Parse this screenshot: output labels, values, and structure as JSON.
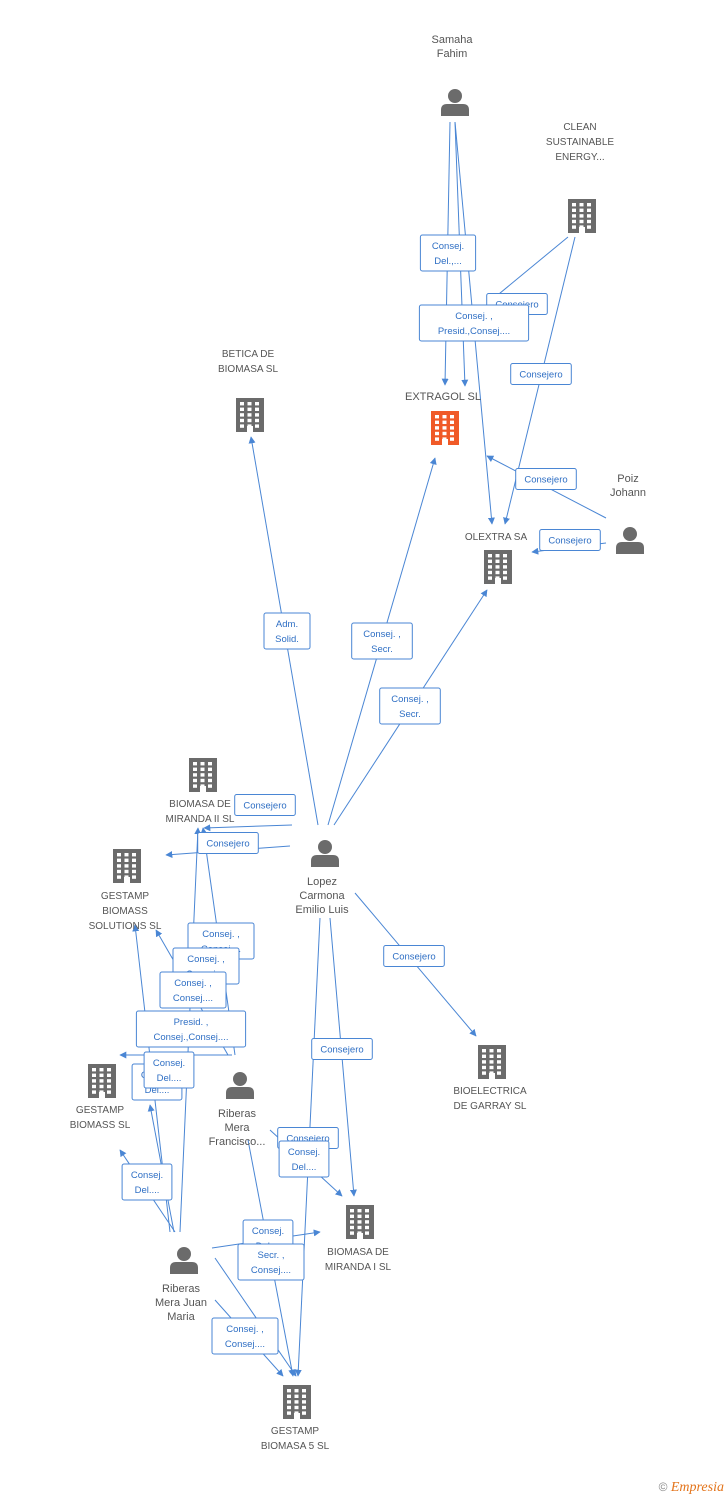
{
  "colors": {
    "edge": "#4a86d4",
    "node_icon": "#6b6b6b",
    "highlight": "#f05a28",
    "text": "#555555",
    "brand": "#e3741b"
  },
  "nodes": [
    {
      "id": "samaha",
      "type": "person",
      "lines": [
        "Samaha",
        "Fahim"
      ]
    },
    {
      "id": "clean",
      "type": "company",
      "lines": [
        "CLEAN",
        "SUSTAINABLE",
        "ENERGY..."
      ]
    },
    {
      "id": "extragol",
      "type": "company",
      "highlight": true,
      "lines": [
        "EXTRAGOL SL"
      ]
    },
    {
      "id": "betica",
      "type": "company",
      "lines": [
        "BETICA DE",
        "BIOMASA SL"
      ]
    },
    {
      "id": "olextra",
      "type": "company",
      "lines": [
        "OLEXTRA SA"
      ]
    },
    {
      "id": "poiz",
      "type": "person",
      "lines": [
        "Poiz",
        "Johann"
      ]
    },
    {
      "id": "biomasa2",
      "type": "company",
      "lines": [
        "BIOMASA DE",
        "MIRANDA II SL"
      ]
    },
    {
      "id": "lopez",
      "type": "person",
      "lines": [
        "Lopez",
        "Carmona",
        "Emilio Luis"
      ]
    },
    {
      "id": "gestamp_sol",
      "type": "company",
      "lines": [
        "GESTAMP",
        "BIOMASS",
        "SOLUTIONS SL"
      ]
    },
    {
      "id": "bioelectrica",
      "type": "company",
      "lines": [
        "BIOELECTRICA",
        "DE GARRAY SL"
      ]
    },
    {
      "id": "gestamp_bio",
      "type": "company",
      "lines": [
        "GESTAMP",
        "BIOMASS SL"
      ]
    },
    {
      "id": "riberas_f",
      "type": "person",
      "lines": [
        "Riberas",
        "Mera",
        "Francisco..."
      ]
    },
    {
      "id": "biomasa1",
      "type": "company",
      "lines": [
        "BIOMASA DE",
        "MIRANDA I SL"
      ]
    },
    {
      "id": "riberas_j",
      "type": "person",
      "lines": [
        "Riberas",
        "Mera Juan",
        "Maria"
      ]
    },
    {
      "id": "gestamp5",
      "type": "company",
      "lines": [
        "GESTAMP",
        "BIOMASA 5 SL"
      ]
    }
  ],
  "edges": [
    {
      "from": "samaha",
      "to": "extragol",
      "lines": [
        "Consej.",
        "Del.,..."
      ]
    },
    {
      "from": "samaha",
      "to": "olextra",
      "lines": []
    },
    {
      "from": "clean",
      "to": "extragol",
      "lines": [
        "Consejero"
      ]
    },
    {
      "from": "clean",
      "to": "olextra",
      "lines": [
        "Consejero"
      ]
    },
    {
      "from": "samaha",
      "to": "extragol",
      "lines": [
        "Consej. ,",
        "Presid.,Consej...."
      ]
    },
    {
      "from": "poiz",
      "to": "olextra",
      "lines": [
        "Consejero"
      ]
    },
    {
      "from": "poiz",
      "to": "olextra",
      "lines": [
        "Consejero"
      ]
    },
    {
      "from": "lopez",
      "to": "betica",
      "lines": [
        "Adm.",
        "Solid."
      ]
    },
    {
      "from": "lopez",
      "to": "extragol",
      "lines": [
        "Consej. ,",
        "Secr."
      ]
    },
    {
      "from": "lopez",
      "to": "olextra",
      "lines": [
        "Consej. ,",
        "Secr."
      ]
    },
    {
      "from": "lopez",
      "to": "biomasa2",
      "lines": [
        "Consejero"
      ]
    },
    {
      "from": "lopez",
      "to": "gestamp_sol",
      "lines": [
        "Consejero"
      ]
    },
    {
      "from": "lopez",
      "to": "bioelectrica",
      "lines": [
        "Consejero"
      ]
    },
    {
      "from": "lopez",
      "to": "biomasa1",
      "lines": [
        "Consejero"
      ]
    },
    {
      "from": "lopez",
      "to": "gestamp5",
      "lines": []
    },
    {
      "from": "riberas_f",
      "to": "biomasa2",
      "lines": [
        "Consej. ,",
        "Consej...."
      ]
    },
    {
      "from": "riberas_f",
      "to": "gestamp_sol",
      "lines": [
        "Consej. ,",
        "Consej...."
      ]
    },
    {
      "from": "riberas_f",
      "to": "gestamp_bio",
      "lines": [
        "Presid. ,",
        "Consej.,Consej...."
      ]
    },
    {
      "from": "riberas_f",
      "to": "biomasa1",
      "lines": [
        "Consejero"
      ]
    },
    {
      "from": "riberas_f",
      "to": "gestamp5",
      "lines": [
        "Consej.",
        "Del...."
      ]
    },
    {
      "from": "riberas_j",
      "to": "biomasa2",
      "lines": [
        "Consej. ,",
        "Consej...."
      ]
    },
    {
      "from": "riberas_j",
      "to": "gestamp_bio",
      "lines": [
        "Consej.",
        "Del...."
      ]
    },
    {
      "from": "riberas_j",
      "to": "gestamp_sol",
      "lines": [
        "Consej.",
        "Del...."
      ]
    },
    {
      "from": "riberas_j",
      "to": "biomasa1",
      "lines": [
        "Consej.",
        "Del...."
      ]
    },
    {
      "from": "riberas_j",
      "to": "biomasa1",
      "lines": [
        "Secr. ,",
        "Consej...."
      ]
    },
    {
      "from": "riberas_j",
      "to": "gestamp5",
      "lines": [
        "Consej. ,",
        "Consej...."
      ]
    },
    {
      "from": "riberas_j",
      "to": "gestamp_bio",
      "lines": [
        "Consej.",
        "Del...."
      ]
    }
  ],
  "footer": {
    "copyright": "©",
    "brand": "Empresia"
  }
}
